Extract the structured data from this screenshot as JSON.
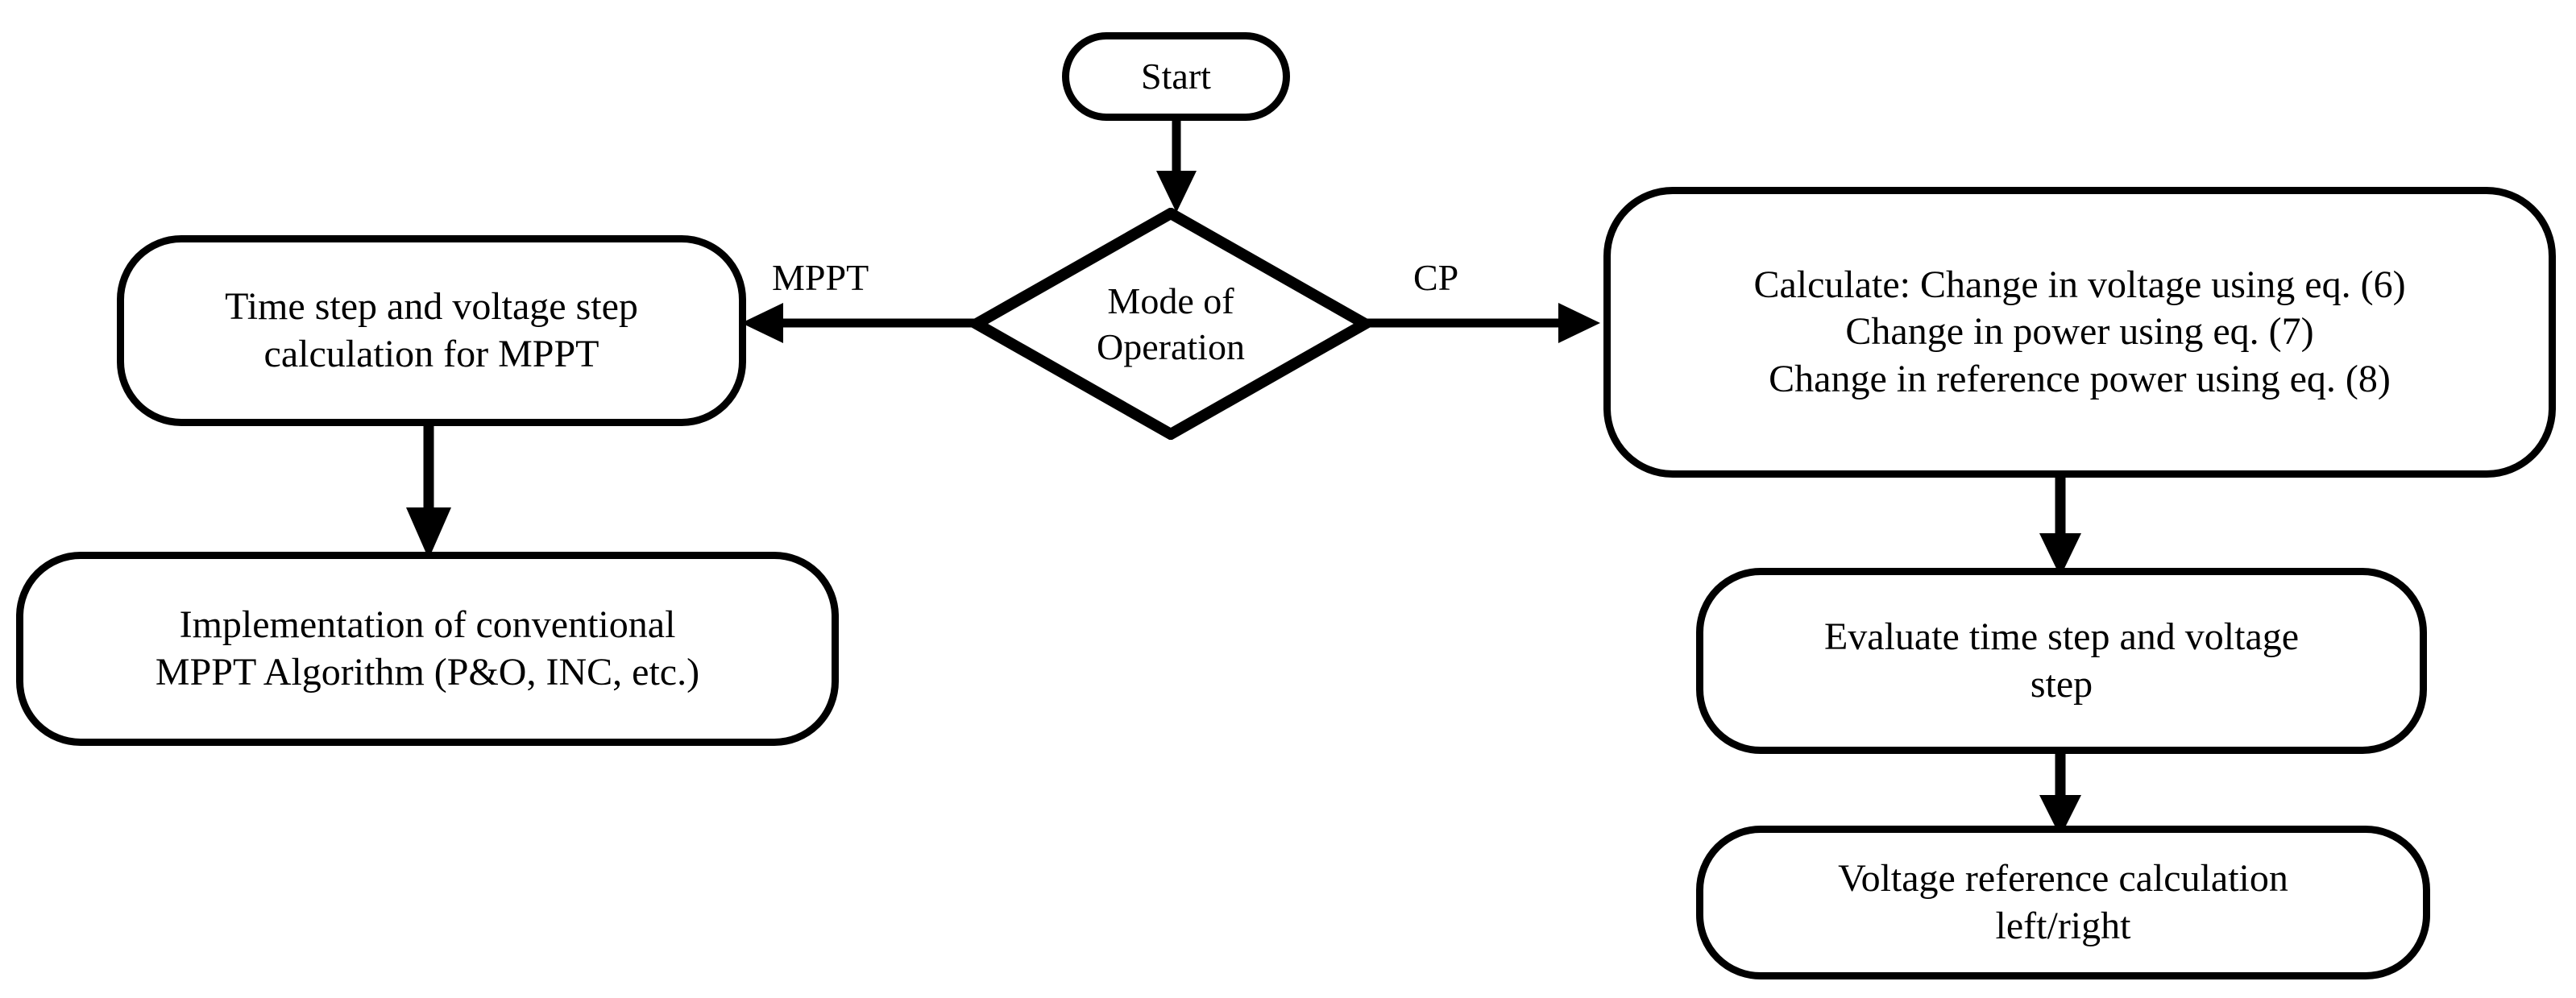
{
  "diagram": {
    "title": "MPPT / CP mode of operation flowchart",
    "stroke_color": "#000000",
    "background_color": "#ffffff"
  },
  "nodes": {
    "start": {
      "label": "Start",
      "shape": "stadium"
    },
    "decision": {
      "label": "Mode of\nOperation",
      "shape": "diamond"
    },
    "mppt_calc": {
      "label": "Time step and voltage step\ncalculation for MPPT",
      "shape": "rounded-rect"
    },
    "mppt_impl": {
      "label": "Implementation of conventional\nMPPT Algorithm (P&O, INC, etc.)",
      "shape": "rounded-rect"
    },
    "cp_calc": {
      "label": "Calculate: Change in voltage using eq. (6)\nChange in power using eq. (7)\nChange in reference power using eq. (8)",
      "shape": "rounded-rect"
    },
    "cp_eval": {
      "label": "Evaluate time step and voltage\nstep",
      "shape": "rounded-rect"
    },
    "cp_vref": {
      "label": "Voltage reference calculation\nleft/right",
      "shape": "rounded-rect"
    }
  },
  "edges": {
    "start_to_decision": {
      "label": "",
      "from": "start",
      "to": "decision",
      "direction": "down"
    },
    "decision_to_mppt": {
      "label": "MPPT",
      "from": "decision",
      "to": "mppt_calc",
      "direction": "left"
    },
    "decision_to_cp": {
      "label": "CP",
      "from": "decision",
      "to": "cp_calc",
      "direction": "right"
    },
    "mppt_calc_to_impl": {
      "label": "",
      "from": "mppt_calc",
      "to": "mppt_impl",
      "direction": "down"
    },
    "cp_calc_to_eval": {
      "label": "",
      "from": "cp_calc",
      "to": "cp_eval",
      "direction": "down"
    },
    "cp_eval_to_vref": {
      "label": "",
      "from": "cp_eval",
      "to": "cp_vref",
      "direction": "down"
    }
  }
}
